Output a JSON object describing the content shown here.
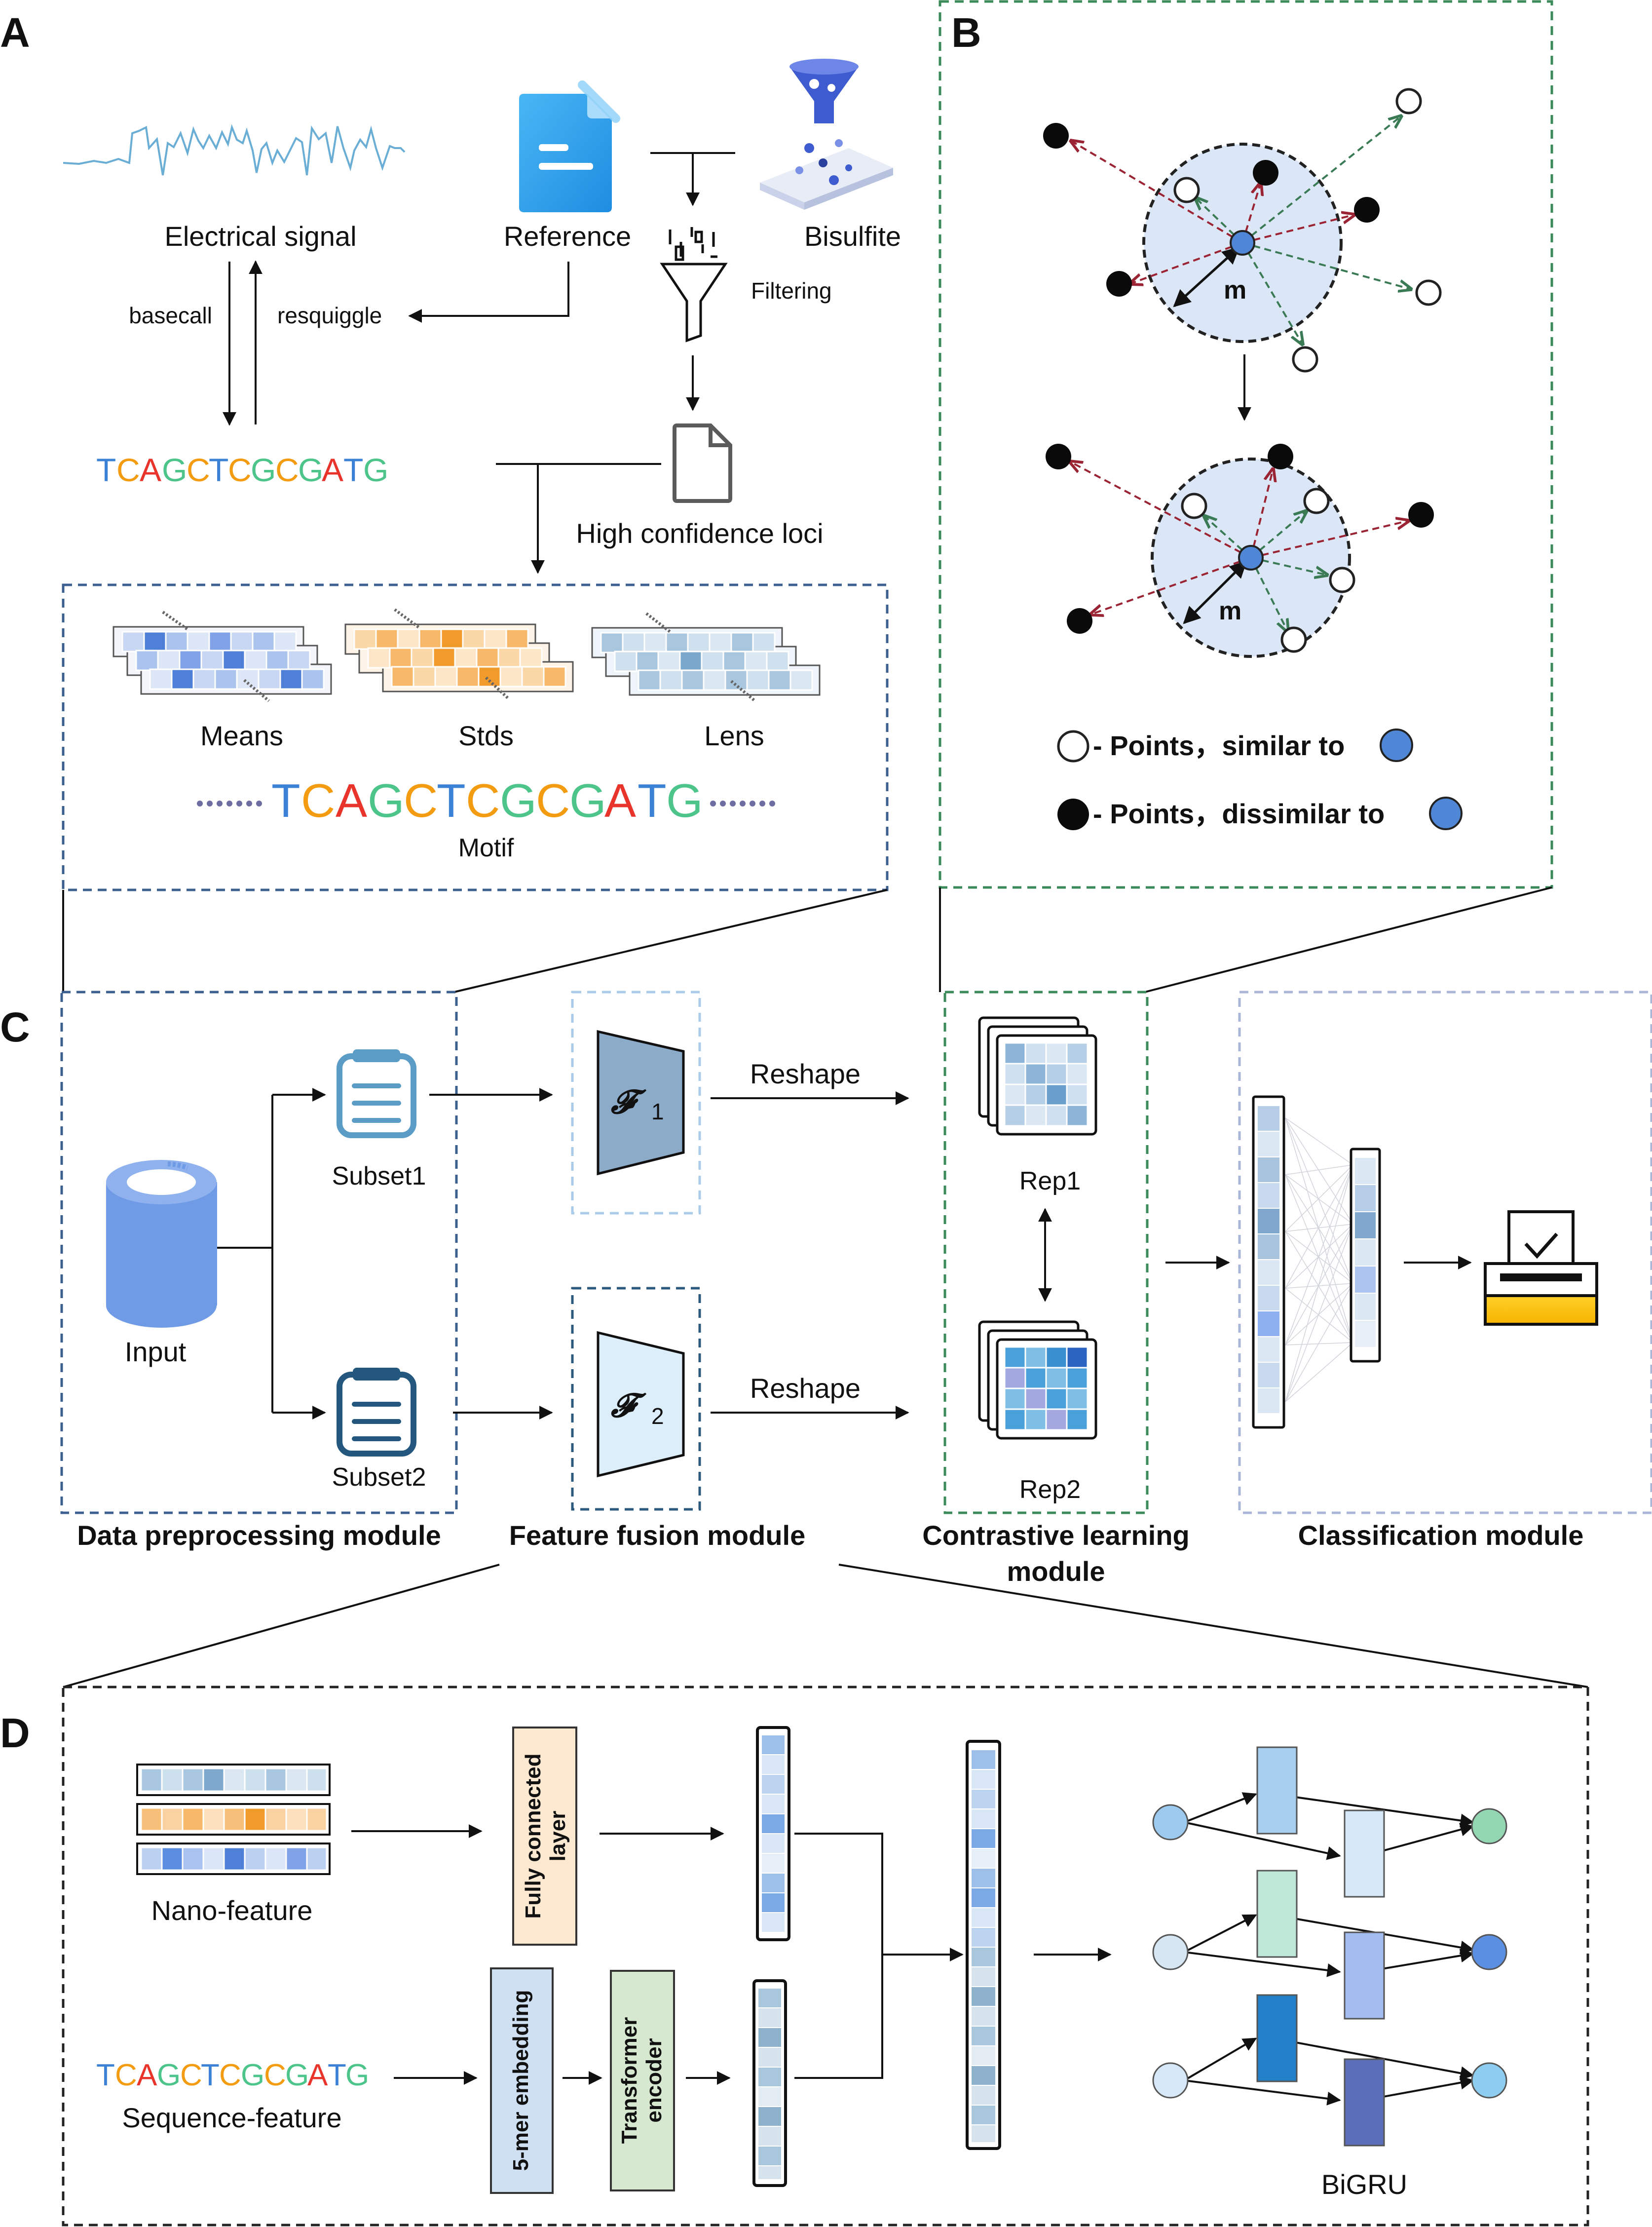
{
  "panel_labels": {
    "a": "A",
    "b": "B",
    "c": "C",
    "d": "D"
  },
  "panel_a": {
    "electrical_signal": "Electrical signal",
    "reference": "Reference",
    "bisulfite": "Bisulfite",
    "filtering": "Filtering",
    "basecall": "basecall",
    "resquiggle": "resquiggle",
    "high_confidence": "High confidence loci",
    "means": "Means",
    "stds": "Stds",
    "lens": "Lens",
    "motif": "Motif",
    "sequence_letters": [
      "T",
      "C",
      "A",
      "G",
      "C",
      "T",
      "C",
      "G",
      "C",
      "G",
      "A",
      "T",
      "G"
    ]
  },
  "panel_b": {
    "margin_label": "m",
    "legend_similar": "- Points，similar to",
    "legend_dissimilar": "- Points，dissimilar to"
  },
  "panel_c": {
    "input": "Input",
    "subset1": "Subset1",
    "subset2": "Subset2",
    "f_symbol": "𝓕",
    "f1_sub": "1",
    "f2_sub": "2",
    "reshape": "Reshape",
    "rep1": "Rep1",
    "rep2": "Rep2",
    "module_data": "Data preprocessing module",
    "module_fusion": "Feature fusion module",
    "module_contrastive_1": "Contrastive learning",
    "module_contrastive_2": "module",
    "module_classification": "Classification module"
  },
  "panel_d": {
    "nano_feature": "Nano-feature",
    "sequence_feature": "Sequence-feature",
    "fc_line1": "Fully connected",
    "fc_line2": "layer",
    "kmer": "5-mer embedding",
    "transformer_line1": "Transformer",
    "transformer_line2": "encoder",
    "bigru": "BiGRU"
  },
  "colors": {
    "T": "#3b82d6",
    "C": "#f39c12",
    "A": "#e8342b",
    "G": "#4cc48a",
    "dash_blue": "#3d5f8f",
    "dash_green": "#3a8a5a",
    "arrow_red": "#9b2434",
    "arrow_green": "#3a7a55",
    "similar_fill": "#4f86d6",
    "ball_area": "#dbe6f6"
  },
  "icons": [
    "document-icon",
    "funnel-icon",
    "file-icon",
    "database-icon",
    "clipboard-icon",
    "ballot-box-icon",
    "bisulfite-funnel-icon"
  ]
}
